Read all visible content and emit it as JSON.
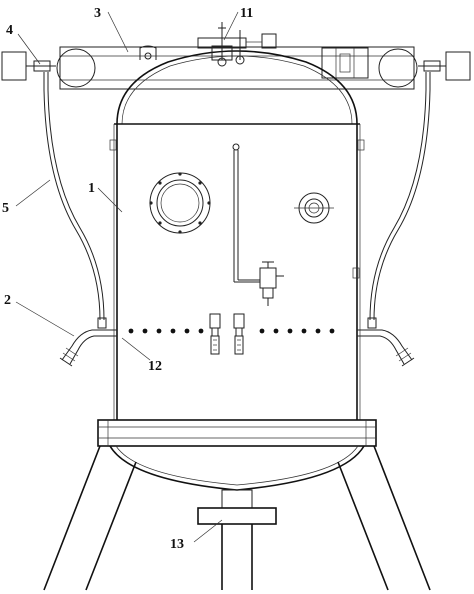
{
  "labels": {
    "l1": "1",
    "l2": "2",
    "l3": "3",
    "l4": "4",
    "l5": "5",
    "l11": "11",
    "l12": "12",
    "l13": "13"
  }
}
